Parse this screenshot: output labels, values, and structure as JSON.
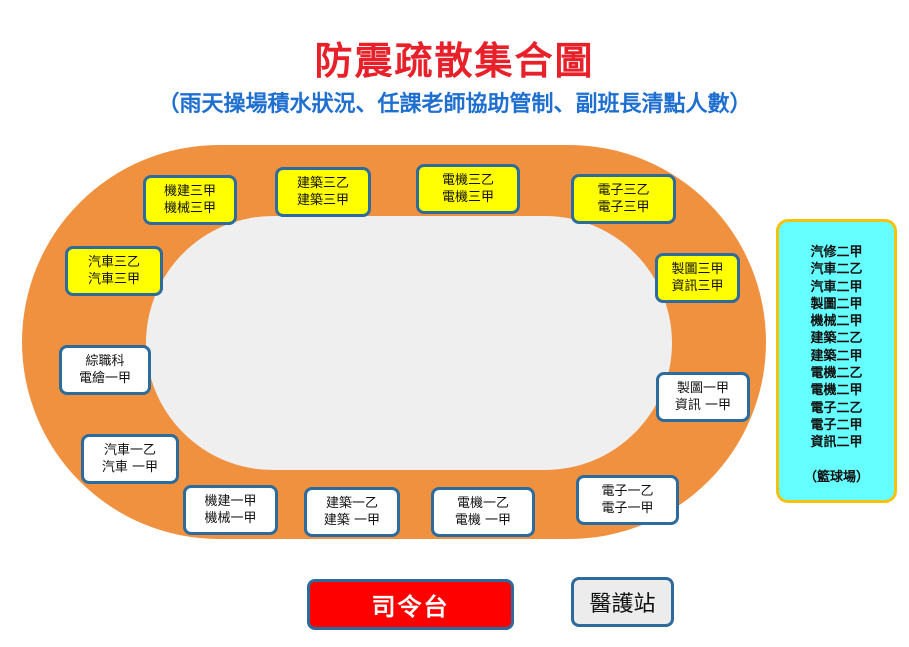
{
  "title": "防震疏散集合圖",
  "subtitle": "（雨天操場積水狀況、任課老師協助管制、副班長清點人數）",
  "stations": [
    {
      "id": "s1",
      "lines": [
        "機建三甲",
        "機械三甲"
      ]
    },
    {
      "id": "s2",
      "lines": [
        "建築三乙",
        "建築三甲"
      ]
    },
    {
      "id": "s3",
      "lines": [
        "電機三乙",
        "電機三甲"
      ]
    },
    {
      "id": "s4",
      "lines": [
        "電子三乙",
        "電子三甲"
      ]
    },
    {
      "id": "s5",
      "lines": [
        "汽車三乙",
        "汽車三甲"
      ]
    },
    {
      "id": "s6",
      "lines": [
        "製圖三甲",
        "資訊三甲"
      ]
    },
    {
      "id": "s7",
      "lines": [
        "綜職科",
        "電繪一甲"
      ]
    },
    {
      "id": "s8",
      "lines": [
        "製圖一甲",
        "資訊 一甲"
      ]
    },
    {
      "id": "s9",
      "lines": [
        "汽車一乙",
        "汽車 一甲"
      ]
    },
    {
      "id": "s10",
      "lines": [
        "機建一甲",
        "機械一甲"
      ]
    },
    {
      "id": "s11",
      "lines": [
        "建築一乙",
        "建築 一甲"
      ]
    },
    {
      "id": "s12",
      "lines": [
        "電機一乙",
        "電機 一甲"
      ]
    },
    {
      "id": "s13",
      "lines": [
        "電子一乙",
        "電子一甲"
      ]
    }
  ],
  "basketball": {
    "classes": [
      "汽修二甲",
      "汽車二乙",
      "汽車二甲",
      "製圖二甲",
      "機械二甲",
      "建築二乙",
      "建築二甲",
      "電機二乙",
      "電機二甲",
      "電子二乙",
      "電子二甲",
      "資訊二甲"
    ],
    "label": "（籃球場）"
  },
  "stage_label": "司令台",
  "medic_label": "醫護站",
  "colors": {
    "title": "#e8202a",
    "subtitle": "#1f6fd1",
    "track": "#f0913f",
    "highlight": "#ffff00",
    "basketball": "#66ffff",
    "stage": "#ff0000"
  }
}
